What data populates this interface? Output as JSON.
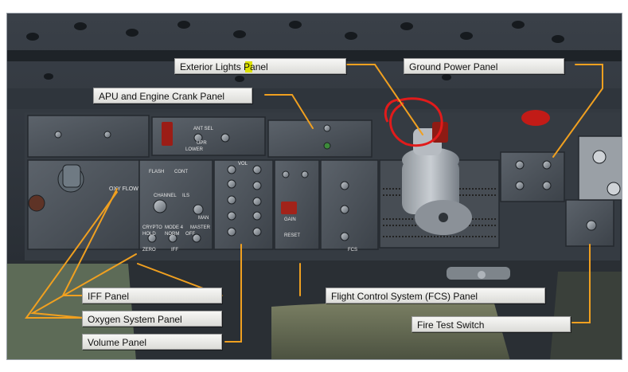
{
  "callouts": {
    "exterior_lights": "Exterior Lights Panel",
    "ground_power": "Ground Power Panel",
    "apu_engine_crank": "APU and Engine Crank Panel",
    "iff": "IFF Panel",
    "oxygen": "Oxygen System Panel",
    "volume": "Volume Panel",
    "fcs": "Flight Control System (FCS) Panel",
    "fire_test": "Fire Test Switch"
  },
  "panel_labels": {
    "oxy_flow": "OXY FLOW",
    "ant_sel": "ANT SEL",
    "vol": "VOL",
    "channel": "CHANNEL",
    "ils": "ILS",
    "crypto": "CRYPTO",
    "mode4": "MODE 4",
    "master": "MASTER",
    "iff": "IFF",
    "reset": "RESET",
    "gain": "GAIN",
    "fcs": "FCS",
    "flash": "FLASH",
    "cont": "CONT",
    "man": "MAN",
    "zero": "ZERO",
    "hold": "HOLD",
    "norm": "NORM",
    "off": "OFF",
    "upr": "UPR",
    "lower": "LOWER"
  },
  "colors": {
    "accent_orange": "#f0a020",
    "highlight_yellow": "#dde200",
    "red_circle": "#e11b1b",
    "panel_gray": "#4a5057"
  }
}
